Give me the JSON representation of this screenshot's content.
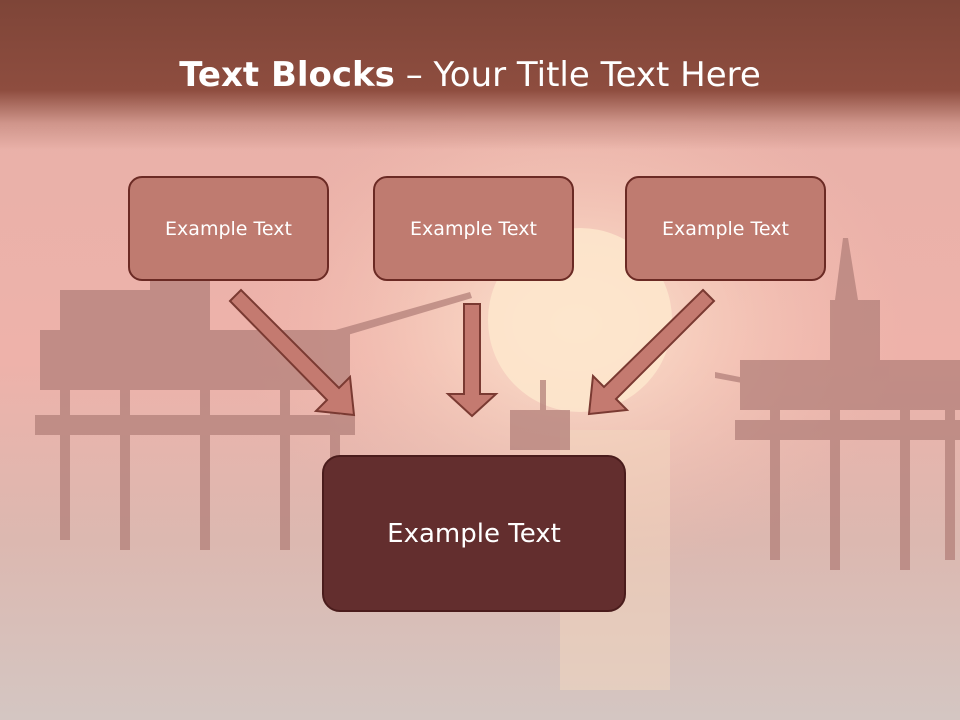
{
  "slide": {
    "title_bold": "Text Blocks",
    "title_sep": " – ",
    "title_rest": "Your Title Text Here"
  },
  "blocks": {
    "left": "Example Text",
    "center": "Example Text",
    "right": "Example Text",
    "main": "Example Text"
  },
  "colors": {
    "title_bar": "#8e4d3f",
    "block_fill": "#bf7b70",
    "block_border": "#6b2a24",
    "main_fill": "#632e2e",
    "arrow_fill": "#c47a70"
  }
}
